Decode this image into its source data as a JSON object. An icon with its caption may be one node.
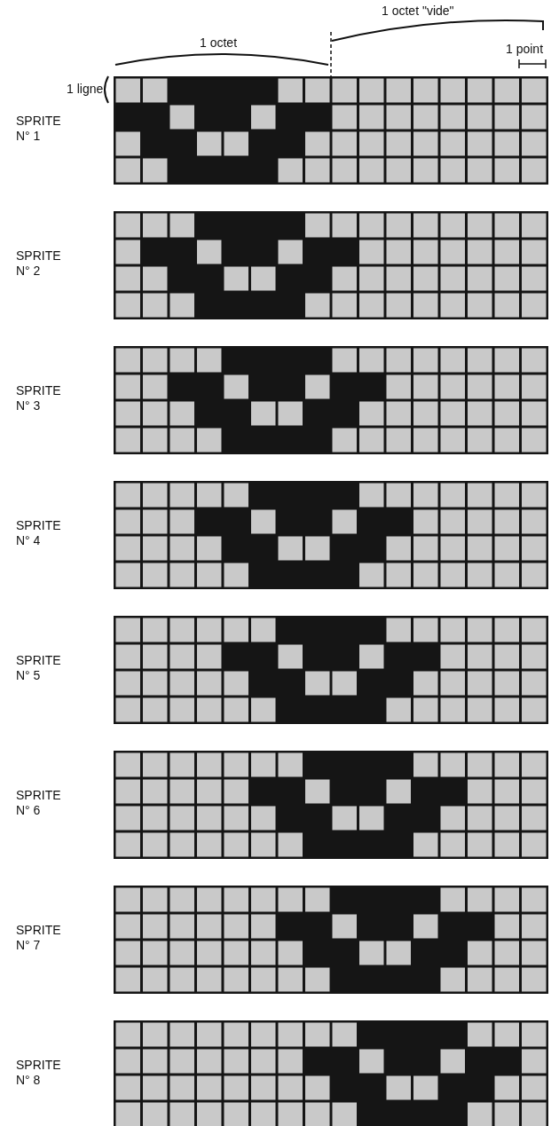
{
  "diagram": {
    "labels": [
      "1 octet",
      "1 octet \"vide\"",
      "1 point",
      "1 ligne",
      "SPRITE N° 1",
      "SPRITE N° 2",
      "SPRITE N° 3",
      "SPRITE N° 4",
      "SPRITE N° 5",
      "SPRITE N° 6",
      "SPRITE N° 7",
      "SPRITE N° 8"
    ]
  }
}
